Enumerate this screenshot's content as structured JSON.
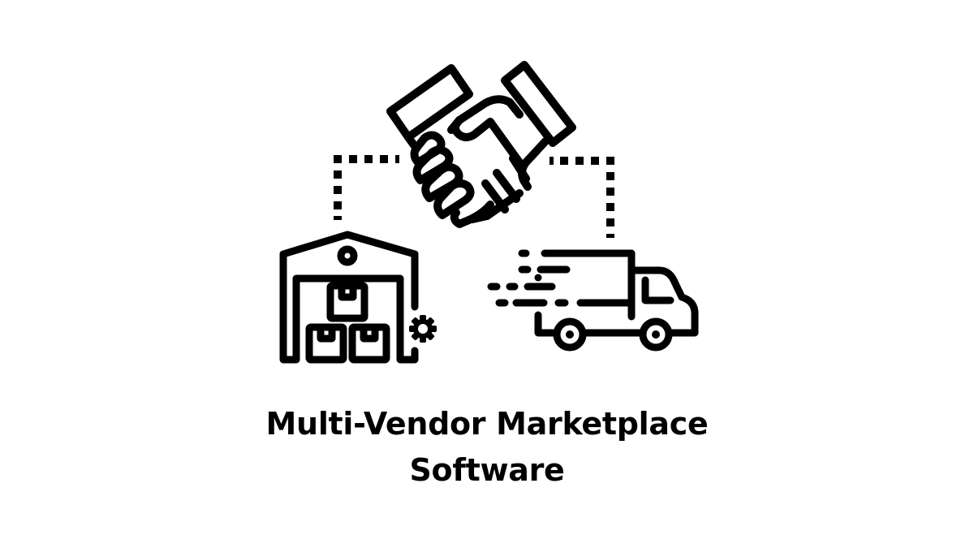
{
  "graphic": {
    "title_line_1": "Multi-Vendor Marketplace",
    "title_line_2": "Software",
    "icons": [
      {
        "name": "handshake-icon",
        "position": "top-center"
      },
      {
        "name": "warehouse-icon",
        "position": "bottom-left"
      },
      {
        "name": "gear-icon",
        "position": "warehouse-right"
      },
      {
        "name": "delivery-truck-icon",
        "position": "bottom-right"
      }
    ],
    "connectors": [
      {
        "name": "dotted-connector-left",
        "from": "handshake-icon",
        "to": "warehouse-icon"
      },
      {
        "name": "dotted-connector-right",
        "from": "handshake-icon",
        "to": "delivery-truck-icon"
      }
    ],
    "colors": {
      "background": "#ffffff",
      "stroke": "#000000",
      "text": "#000000"
    }
  }
}
